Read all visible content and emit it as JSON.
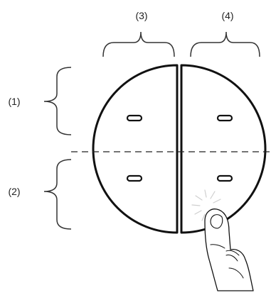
{
  "labels": {
    "region_1": "(1)",
    "region_2": "(2)",
    "region_3": "(3)",
    "region_4": "(4)"
  },
  "icons": {
    "touch": "pointing-finger-icon",
    "tap_effect": "tap-ripple-icon"
  },
  "colors": {
    "stroke": "#111111",
    "guide": "#222222",
    "bracket": "#333333"
  }
}
